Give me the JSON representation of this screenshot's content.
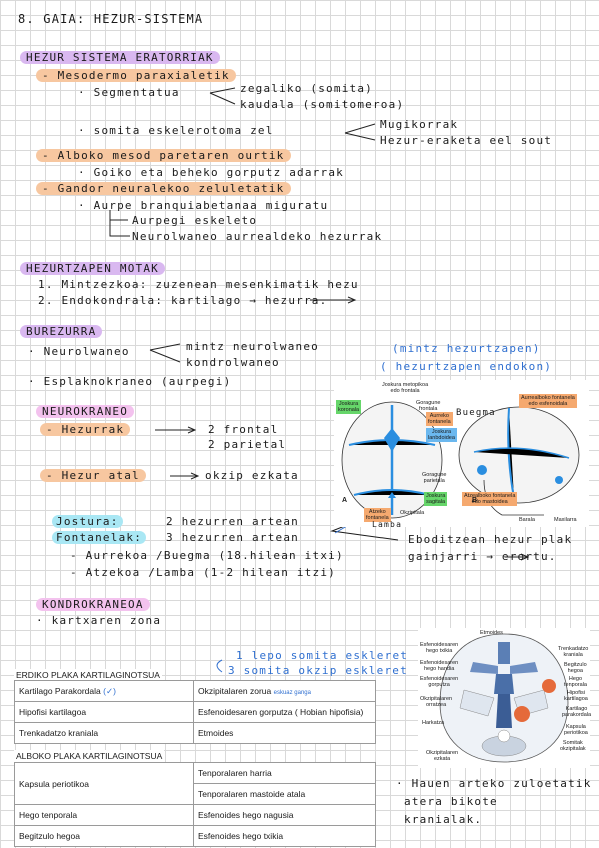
{
  "title": "8. GAIA: HEZUR-SISTEMA",
  "s1": {
    "heading": "HEZUR SISTEMA ERATORRIAK",
    "l1": "- Mesodermo paraxialetik",
    "l2a": "· Segmentatua",
    "l2b": "zegaliko (somita)",
    "l2c": "kaudala (somitomeroa)",
    "l3a": "· somita eskelerotoma zel",
    "l3b": "Mugikorrak",
    "l3c": "Hezur-eraketa eel sout",
    "l4": "- Alboko mesod paretaren ourtik",
    "l5": "· Goiko eta beheko gorputz adarrak",
    "l6": "- Gandor neuralekoo zeluletatik",
    "l7": "· Aurpe branquiabetanaa miguratu",
    "l8": "Aurpegi eskeleto",
    "l9": "Neurolwaneo aurrealdeko hezurrak"
  },
  "s2": {
    "heading": "HEZURTZAPEN MOTAK",
    "l1": "1. Mintzezkoa: zuzenean mesenkimatik hezu",
    "l2": "2. Endokondrala: kartilago → hezurra."
  },
  "s3": {
    "heading": "BUREZURRA",
    "l1a": "· Neurolwaneo",
    "l1b": "mintz neurolwaneo",
    "l1c": "(mintz hezurtzapen)",
    "l2b": "kondrolwaneo",
    "l2c": "( hezurtzapen endokon)",
    "l3": "· Esplaknokraneo (aurpegi)"
  },
  "s4": {
    "heading": "NEUROKRANEO",
    "l1a": "- Hezurrak",
    "l1b": "2 frontal",
    "l1c": "2 parietal",
    "l2a": "- Hezur atal",
    "l2b": "okzip ezkata",
    "l3a": "Jostura:",
    "l3b": "2 hezurren artean",
    "l4a": "Fontanelak:",
    "l4b": "3 hezurren artean",
    "l4c": "Eboditzean hezur plak",
    "l4d": "gainjarri → erortu.",
    "l5": "- Aurrekoa /Buegma (18.hilean itxi)",
    "l6": "- Atzekoa /Lamba (1-2 hilean itzi)"
  },
  "s5": {
    "heading": "KONDROKRANEOA",
    "l1": "· kartxaren zona",
    "n1": "1 lepo somita eskleret",
    "n2": "3 somita okzip eskleret",
    "n3a": "eskuaz",
    "n3b": "ganga",
    "right1": "· Hauen arteko zuloetatik",
    "right2": "atera bikote",
    "right3": "kranialak."
  },
  "table1": {
    "caption": "ERDIKO PLAKA KARTILAGINOTSUA",
    "rows": [
      [
        "Kartilago Parakordala",
        "Okzipitalaren zorua"
      ],
      [
        "Hipofisi kartilagoa",
        "Esfenoidesaren gorputza ( Hobian hipofisia)"
      ],
      [
        "Trenkadatzo kraniala",
        "Etmoides"
      ]
    ],
    "mark": "(✓)"
  },
  "table2": {
    "caption": "ALBOKO PLAKA KARTILAGINOTSUA",
    "r1a": "Kapsula periotikoa",
    "r1b": "Tenporalaren harria",
    "r1c": "Tenporalaren mastoide atala",
    "r2a": "Hego tenporala",
    "r2b": "Esfenoides hego nagusia",
    "r3a": "Begitzulo hegoa",
    "r3b": "Esfenoides hego txikia"
  },
  "skull1": {
    "top": "Joskura metopikoa\nedo frontala",
    "koronala": "Joskura\nkoronala",
    "goragune_front": "Goragune\nfrontala",
    "aurreko": "Aurreko\nfontanela",
    "lanbdoidea": "Joskura\nlanbdoidea",
    "buegma": "Buegma",
    "aurrealbo": "Aurrealboko fontanela\nedo esfenoidala",
    "goragune_par": "Goragune\nparietala",
    "sagitala": "Joskura\nsagitala",
    "atzealbo": "Atzealboko fontanela\nedo mastoidea",
    "atzeko": "Atzeko\nfontanela",
    "okzipitala": "Okzipitala",
    "lamba": "Lamba",
    "barail": "Barala",
    "maxilarra": "Maxilarra",
    "a": "A",
    "b": "B"
  },
  "skull2": {
    "etmoides": "Etmoides",
    "hego_txikia": "Esfenoidesaren\nhego txikia",
    "hego_handia": "Esfenoidesaren\nhego handia",
    "gorputza": "Esfenoidesaren\ngorputza",
    "okzip_orratz": "Okzipitalaren\norratzea",
    "harkatza": "Harkatza",
    "okzip_ezkata": "Okzipitalaren\nezkata",
    "trenkadatzo": "Trenkadatzo\nkraniala",
    "begitzulo": "Begitzulo\nhegoa",
    "hego_temp": "Hego\ntenporala",
    "hipofisi": "Hipofisi\nkartilagoa",
    "kart_par": "Kartilago\nparakordala",
    "kapsula": "Kapsula\nperiotikoa",
    "somitak": "Somitak\nokzipitalak"
  }
}
